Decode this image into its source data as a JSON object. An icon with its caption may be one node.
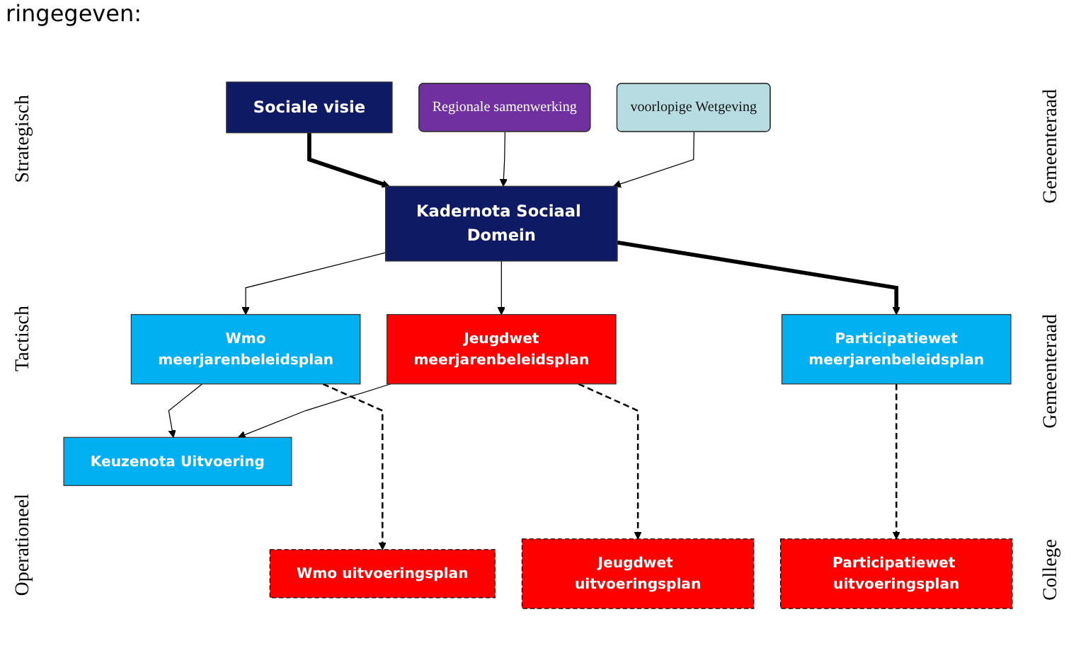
{
  "diagram": {
    "nodes": [
      {
        "text": [
          "Sociale visie"
        ]
      },
      {
        "text": [
          "Regionale samenwerking"
        ]
      },
      {
        "text": [
          "Kadernota Sociaal Domein"
        ]
      },
      {
        "text": [
          "voorlopige Wetgeving"
        ]
      },
      {
        "text": [
          "Wmo",
          "meerjarenbeleidsplan"
        ]
      },
      {
        "text": [
          "Participatiewet",
          "meerjarenbeleidsplan"
        ]
      },
      {
        "text": [
          "Jeugdwet",
          "meerjarenbeleidsplan"
        ]
      },
      {
        "text": [
          "Keuzenota Uitvoering"
        ]
      },
      {
        "text": [
          "Wmo uitvoeringsplan"
        ]
      },
      {
        "text": [
          "Participatiewet uitvoeringsplan"
        ]
      },
      {
        "text": [
          "Jeugdwet uitvoeringsplan"
        ]
      }
    ],
    "edges": [
      {
        "from": 0,
        "to": 2,
        "arrow": "to",
        "style": "thick"
      },
      {
        "from": 1,
        "to": 2,
        "arrow": "to"
      },
      {
        "from": 3,
        "to": 2,
        "arrow": "to"
      },
      {
        "from": 2,
        "to": 4,
        "arrow": "to"
      },
      {
        "from": 2,
        "to": 6,
        "arrow": "to"
      },
      {
        "from": 2,
        "to": 5,
        "arrow": "to",
        "style": "thick"
      },
      {
        "from": 4,
        "to": 8,
        "arrow": "to",
        "style": "dashed"
      },
      {
        "from": 5,
        "to": 9,
        "arrow": "to",
        "style": "dashed"
      },
      {
        "from": 6,
        "to": 10,
        "arrow": "to",
        "style": "dashed"
      },
      {
        "from": 4,
        "to": 7,
        "arrow": "to"
      },
      {
        "from": 6,
        "to": 7,
        "arrow": "to"
      }
    ],
    "labels": [
      "ringegeven:",
      "Strategisch",
      "Gemeenteraad",
      "Tactisch",
      "Gemeenteraad",
      "Operationeel",
      "College"
    ]
  }
}
